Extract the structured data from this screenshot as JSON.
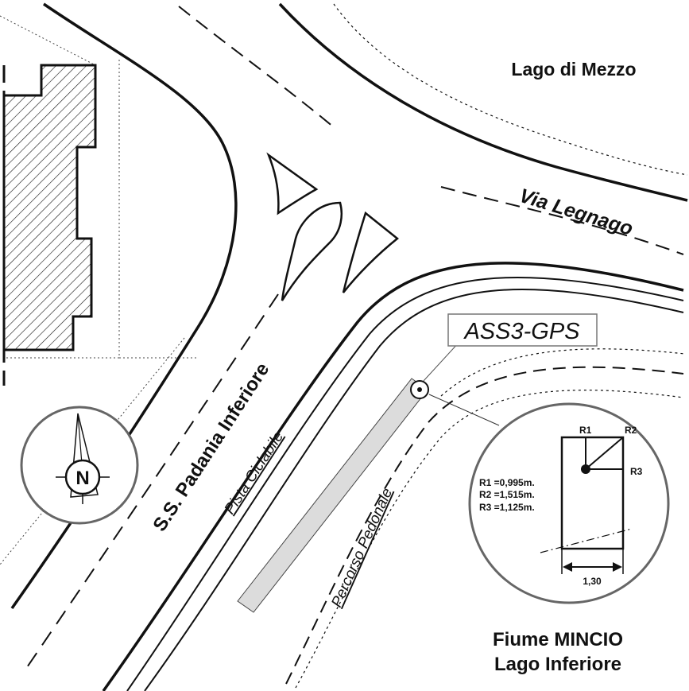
{
  "places": {
    "lake_upper": "Lago di Mezzo",
    "river": "Fiume MINCIO",
    "lake_lower": "Lago Inferiore"
  },
  "roads": {
    "via": "Via Legnago",
    "ss": "S.S. Padania Inferiore",
    "bike": "Pista Ciclabile",
    "walk": "Percorso Pedonale"
  },
  "marker": {
    "label": "ASS3-GPS"
  },
  "compass": {
    "north": "N"
  },
  "detail": {
    "r1_label": "R1",
    "r2_label": "R2",
    "r3_label": "R3",
    "r1_value": "R1 =0,995m.",
    "r2_value": "R2 =1,515m.",
    "r3_value": "R3 =1,125m.",
    "width": "1,30"
  },
  "colors": {
    "ink": "#111111",
    "path_fill": "#dcdcdc",
    "frame": "#666666"
  }
}
